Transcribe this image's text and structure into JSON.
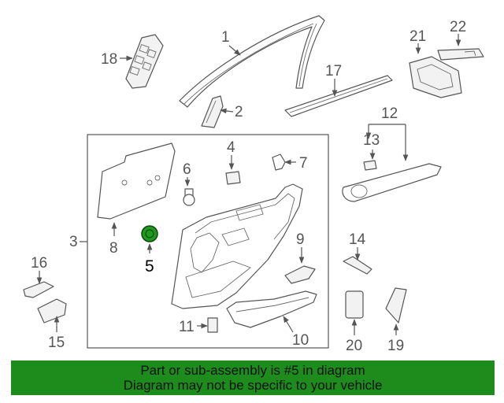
{
  "diagram": {
    "callouts": {
      "c1": "1",
      "c2": "2",
      "c3": "3",
      "c4": "4",
      "c5": "5",
      "c6": "6",
      "c7": "7",
      "c8": "8",
      "c9": "9",
      "c10": "10",
      "c11": "11",
      "c12": "12",
      "c13": "13",
      "c14": "14",
      "c15": "15",
      "c16": "16",
      "c17": "17",
      "c18": "18",
      "c19": "19",
      "c20": "20",
      "c21": "21",
      "c22": "22"
    },
    "highlighted_part": "5",
    "highlight_color": "#1f9a1f"
  },
  "banner": {
    "line1": "Part or sub-assembly is #5 in diagram",
    "line2": "Diagram may not be specific to your vehicle",
    "background": "#1d8c1d"
  }
}
